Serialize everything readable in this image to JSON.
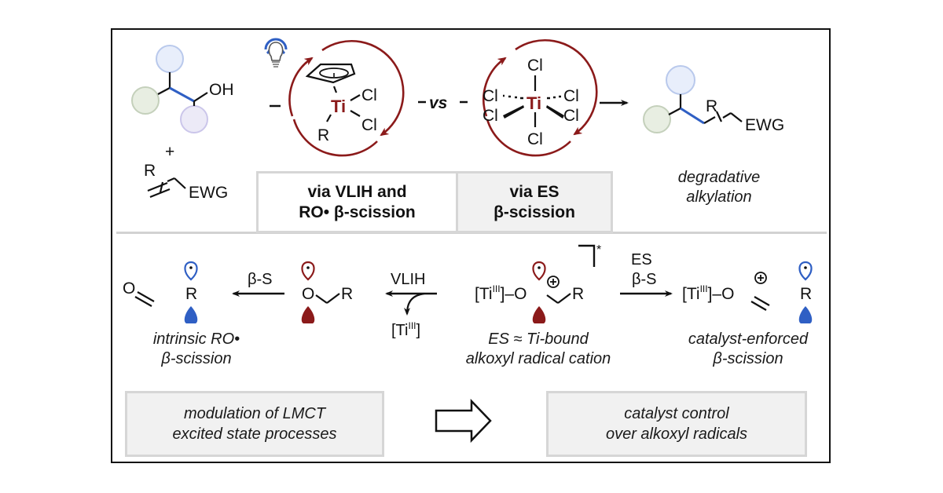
{
  "figure": {
    "type": "graphical-abstract",
    "colors": {
      "catalyst_dark_red": "#8b1a1a",
      "radical_blue": "#2f5fc4",
      "circle_blue_fill": "#e8eefb",
      "circle_blue_stroke": "#b9c9ec",
      "circle_green_fill": "#e8eee2",
      "circle_green_stroke": "#c4d0bb",
      "circle_lavender_fill": "#eceaf7",
      "circle_lavender_stroke": "#cbc6ea",
      "box_gray": "#f1f1f1",
      "box_border": "#d6d6d6"
    }
  },
  "top": {
    "substrate": {
      "alcohol_label": "OH",
      "plus": "+",
      "alkene_r": "R",
      "alkene_ewg": "EWG"
    },
    "light_icon": "lightbulb-icon",
    "catalyst_left": {
      "metal": "Ti",
      "ligands": [
        "Cl",
        "Cl"
      ],
      "r_group": "R"
    },
    "vs_label": "vs",
    "catalyst_right": {
      "metal": "Ti",
      "ligands": [
        "Cl",
        "Cl",
        "Cl",
        "Cl",
        "Cl",
        "Cl"
      ]
    },
    "product": {
      "r_group": "R",
      "ewg": "EWG",
      "caption_line1": "degradative",
      "caption_line2": "alkylation"
    },
    "box_vlih": {
      "line1": "via VLIH and",
      "line2": "RO• β-scission"
    },
    "box_es": {
      "line1": "via ES",
      "line2": "β-scission"
    }
  },
  "mechanism": {
    "left_products": {
      "carbonyl_o": "O",
      "radical_r": "R",
      "caption_line1": "intrinsic RO•",
      "caption_line2": "β-scission"
    },
    "arrow_bs_label": "β-S",
    "alkoxyl_radical": {
      "o": "O",
      "r": "R"
    },
    "arrow_vlih_label": "VLIH",
    "ti_released": "[Ti",
    "ti_oxidation": "III",
    "ti_close": "]",
    "excited_state": {
      "ti_prefix": "[Ti",
      "ti_oxidation": "III",
      "ti_suffix": "]–O",
      "charge": "+",
      "r": "R",
      "star": "*",
      "caption_line1": "ES ≈ Ti-bound",
      "caption_line2": "alkoxyl radical cation"
    },
    "arrow_es_label1": "ES",
    "arrow_es_label2": "β-S",
    "right_products": {
      "ti_prefix": "[Ti",
      "ti_oxidation": "III",
      "ti_suffix": "]–O",
      "charge": "+",
      "radical_r": "R",
      "caption_line1": "catalyst-enforced",
      "caption_line2": "β-scission"
    }
  },
  "bottom": {
    "box_left": {
      "line1": "modulation of LMCT",
      "line2": "excited state processes"
    },
    "box_right": {
      "line1": "catalyst control",
      "line2": "over alkoxyl radicals"
    }
  }
}
